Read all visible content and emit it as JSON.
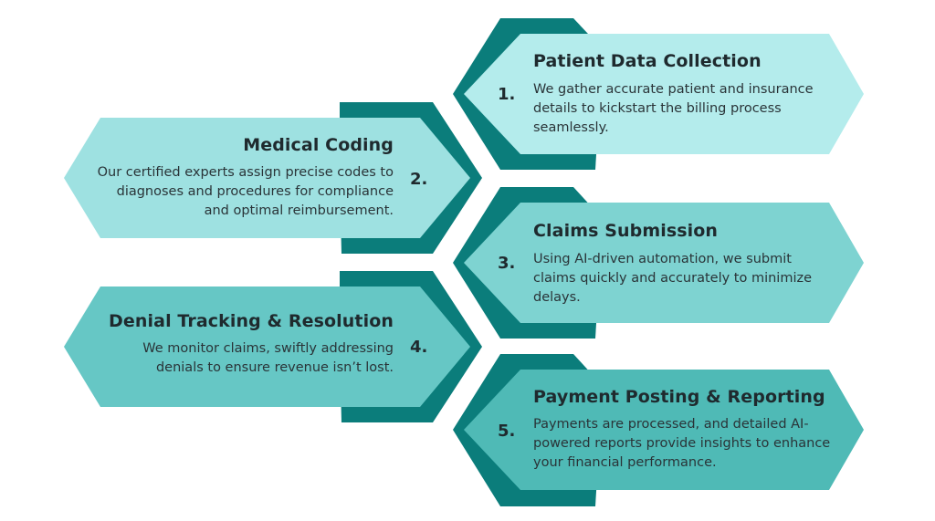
{
  "colors": {
    "frame": "#0b7d7b",
    "step1": "#b4ecec",
    "step2": "#9ee1e1",
    "step3": "#7ed3d1",
    "step4": "#66c7c5",
    "step5": "#4fbab6",
    "text": "#1f2a2e"
  },
  "steps": [
    {
      "number": "1.",
      "title": "Patient Data Collection",
      "description": "We gather accurate patient and insurance details to kickstart the billing process seamlessly."
    },
    {
      "number": "2.",
      "title": "Medical Coding",
      "description": "Our certified experts assign precise codes to diagnoses and procedures for compliance and optimal reimbursement."
    },
    {
      "number": "3.",
      "title": "Claims Submission",
      "description": "Using AI-driven automation, we submit claims quickly and accurately to minimize delays."
    },
    {
      "number": "4.",
      "title": "Denial Tracking & Resolution",
      "description": "We monitor claims, swiftly addressing denials to ensure revenue isn’t lost."
    },
    {
      "number": "5.",
      "title": "Payment Posting & Reporting",
      "description": "Payments are processed, and detailed AI-powered reports provide insights to enhance your financial performance."
    }
  ]
}
